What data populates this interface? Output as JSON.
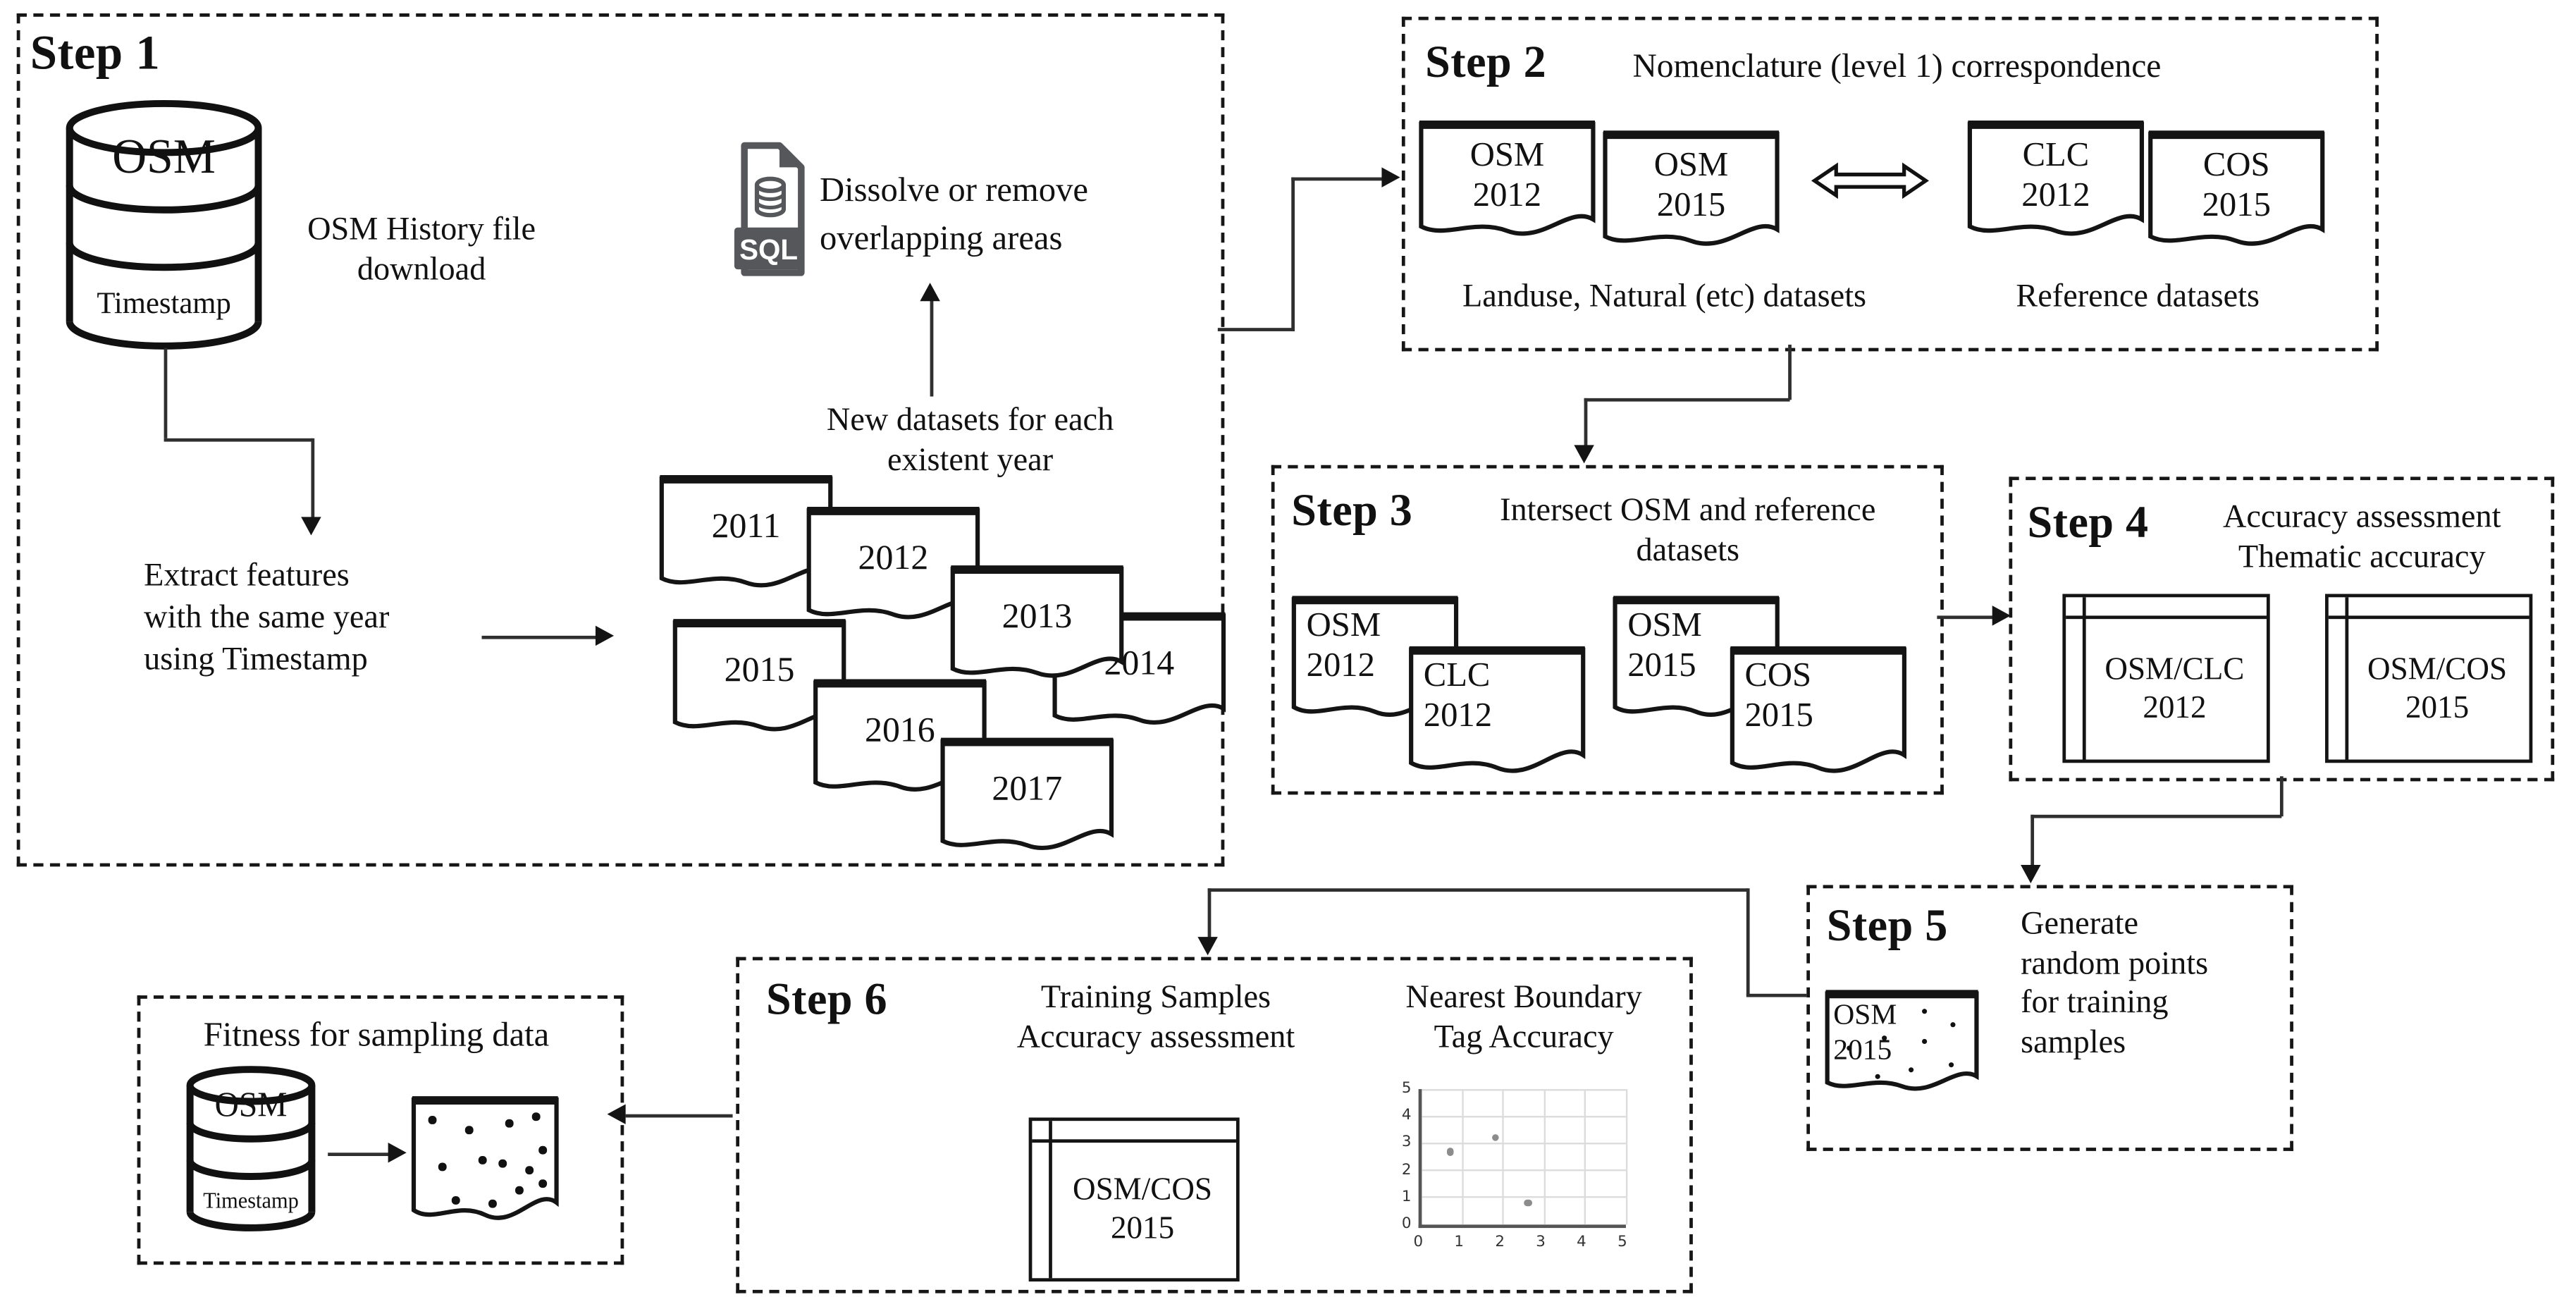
{
  "step1": {
    "title": "Step 1",
    "db": {
      "label": "OSM",
      "sub": "Timestamp"
    },
    "history": [
      "OSM History file",
      "download"
    ],
    "extract": [
      "Extract features",
      "with the same year",
      "using Timestamp"
    ],
    "new_datasets": [
      "New datasets for each",
      "existent year"
    ],
    "dissolve": [
      "Dissolve or remove",
      "overlapping areas"
    ],
    "sql_label": "SQL",
    "years": [
      "2011",
      "2012",
      "2013",
      "2014",
      "2015",
      "2016",
      "2017"
    ]
  },
  "step2": {
    "title": "Step 2",
    "subtitle": "Nomenclature (level 1) correspondence",
    "files": [
      [
        "OSM",
        "2012"
      ],
      [
        "OSM",
        "2015"
      ],
      [
        "CLC",
        "2012"
      ],
      [
        "COS",
        "2015"
      ]
    ],
    "left_caption": "Landuse, Natural (etc) datasets",
    "right_caption": "Reference datasets"
  },
  "step3": {
    "title": "Step 3",
    "subtitle": [
      "Intersect OSM and reference",
      "datasets"
    ],
    "files": [
      [
        "OSM",
        "2012"
      ],
      [
        "CLC",
        "2012"
      ],
      [
        "OSM",
        "2015"
      ],
      [
        "COS",
        "2015"
      ]
    ]
  },
  "step4": {
    "title": "Step 4",
    "subtitle": [
      "Accuracy assessment",
      "Thematic accuracy"
    ],
    "tables": [
      [
        "OSM/CLC",
        "2012"
      ],
      [
        "OSM/COS",
        "2015"
      ]
    ]
  },
  "step5": {
    "title": "Step 5",
    "subtitle": [
      "Generate",
      "random points",
      "for training",
      "samples"
    ],
    "file": [
      "OSM",
      "2015"
    ]
  },
  "step6": {
    "title": "Step 6",
    "left_subtitle": [
      "Training Samples",
      "Accuracy assessment"
    ],
    "right_subtitle": [
      "Nearest Boundary",
      "Tag Accuracy"
    ],
    "table": [
      "OSM/COS",
      "2015"
    ]
  },
  "fitness": {
    "title": "Fitness for sampling data",
    "db": {
      "label": "OSM",
      "sub": "Timestamp"
    }
  },
  "colors": {
    "ink": "#141414",
    "icon_gray": "#55575a",
    "point_gray": "#8c8c8c",
    "grid": "#dcdcdc"
  },
  "chart_data": {
    "type": "scatter",
    "title": "Nearest Boundary Tag Accuracy",
    "x": [
      0.7,
      1.8,
      2.6
    ],
    "y": [
      2.7,
      3.2,
      0.8
    ],
    "xlim": [
      0,
      5
    ],
    "ylim": [
      0,
      5
    ],
    "xticks": [
      0,
      1,
      2,
      3,
      4,
      5
    ],
    "yticks": [
      0,
      1,
      2,
      3,
      4,
      5
    ],
    "grid": true,
    "xlabel": "",
    "ylabel": ""
  }
}
